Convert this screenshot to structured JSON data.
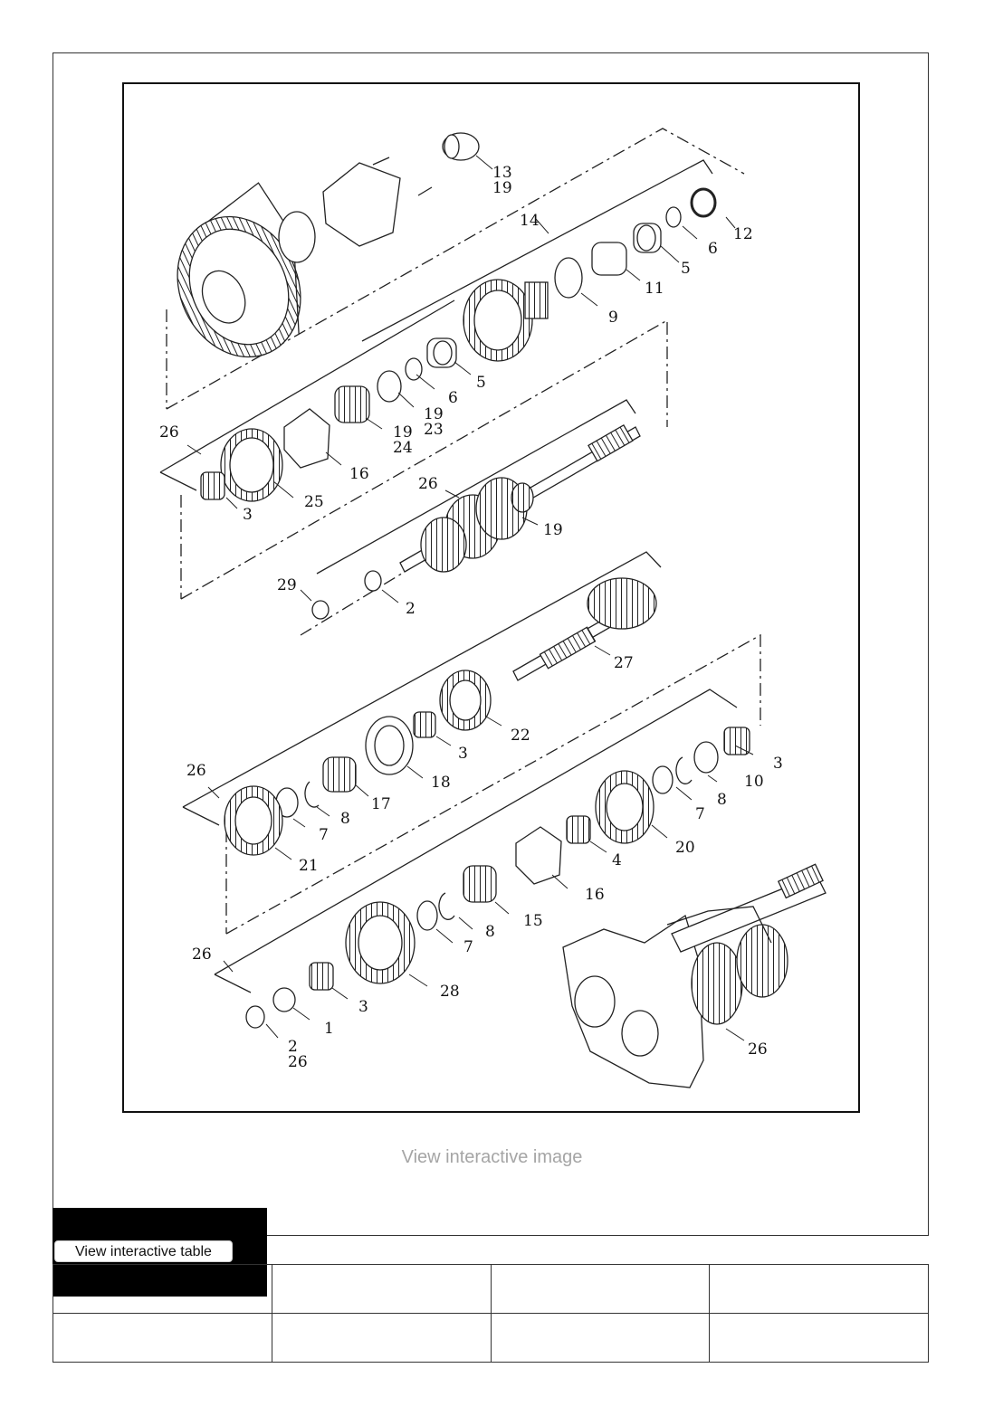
{
  "diagram": {
    "callouts": [
      {
        "id": "c13",
        "lines": [
          "13",
          "19"
        ]
      },
      {
        "id": "c14",
        "lines": [
          "14"
        ]
      },
      {
        "id": "c12",
        "lines": [
          "12"
        ]
      },
      {
        "id": "c6a",
        "lines": [
          "6"
        ]
      },
      {
        "id": "c5a",
        "lines": [
          "5"
        ]
      },
      {
        "id": "c11",
        "lines": [
          "11"
        ]
      },
      {
        "id": "c9",
        "lines": [
          "9"
        ]
      },
      {
        "id": "c5b",
        "lines": [
          "5"
        ]
      },
      {
        "id": "c6b",
        "lines": [
          "6"
        ]
      },
      {
        "id": "c19a",
        "lines": [
          "19",
          "23"
        ]
      },
      {
        "id": "c19b",
        "lines": [
          "19",
          "24"
        ]
      },
      {
        "id": "c16a",
        "lines": [
          "16"
        ]
      },
      {
        "id": "c26a",
        "lines": [
          "26"
        ]
      },
      {
        "id": "c25",
        "lines": [
          "25"
        ]
      },
      {
        "id": "c3a",
        "lines": [
          "3"
        ]
      },
      {
        "id": "c26b",
        "lines": [
          "26"
        ]
      },
      {
        "id": "c19c",
        "lines": [
          "19"
        ]
      },
      {
        "id": "c29",
        "lines": [
          "29"
        ]
      },
      {
        "id": "c2a",
        "lines": [
          "2"
        ]
      },
      {
        "id": "c27",
        "lines": [
          "27"
        ]
      },
      {
        "id": "c22",
        "lines": [
          "22"
        ]
      },
      {
        "id": "c3b",
        "lines": [
          "3"
        ]
      },
      {
        "id": "c18",
        "lines": [
          "18"
        ]
      },
      {
        "id": "c26c",
        "lines": [
          "26"
        ]
      },
      {
        "id": "c17",
        "lines": [
          "17"
        ]
      },
      {
        "id": "c8a",
        "lines": [
          "8"
        ]
      },
      {
        "id": "c7a",
        "lines": [
          "7"
        ]
      },
      {
        "id": "c21",
        "lines": [
          "21"
        ]
      },
      {
        "id": "c3c",
        "lines": [
          "3"
        ]
      },
      {
        "id": "c10",
        "lines": [
          "10"
        ]
      },
      {
        "id": "c8b",
        "lines": [
          "8"
        ]
      },
      {
        "id": "c7b",
        "lines": [
          "7"
        ]
      },
      {
        "id": "c20",
        "lines": [
          "20"
        ]
      },
      {
        "id": "c4",
        "lines": [
          "4"
        ]
      },
      {
        "id": "c16b",
        "lines": [
          "16"
        ]
      },
      {
        "id": "c15",
        "lines": [
          "15"
        ]
      },
      {
        "id": "c8c",
        "lines": [
          "8"
        ]
      },
      {
        "id": "c7c",
        "lines": [
          "7"
        ]
      },
      {
        "id": "c26d",
        "lines": [
          "26"
        ]
      },
      {
        "id": "c28",
        "lines": [
          "28"
        ]
      },
      {
        "id": "c3d",
        "lines": [
          "3"
        ]
      },
      {
        "id": "c1",
        "lines": [
          "1"
        ]
      },
      {
        "id": "c2b",
        "lines": [
          "2",
          "26"
        ]
      },
      {
        "id": "c26e",
        "lines": [
          "26"
        ]
      }
    ]
  },
  "links": {
    "view_image": "View interactive image",
    "view_table": "View interactive table"
  },
  "table": {
    "rows": [
      [
        "",
        "",
        "",
        ""
      ],
      [
        "",
        "",
        "",
        ""
      ]
    ]
  }
}
